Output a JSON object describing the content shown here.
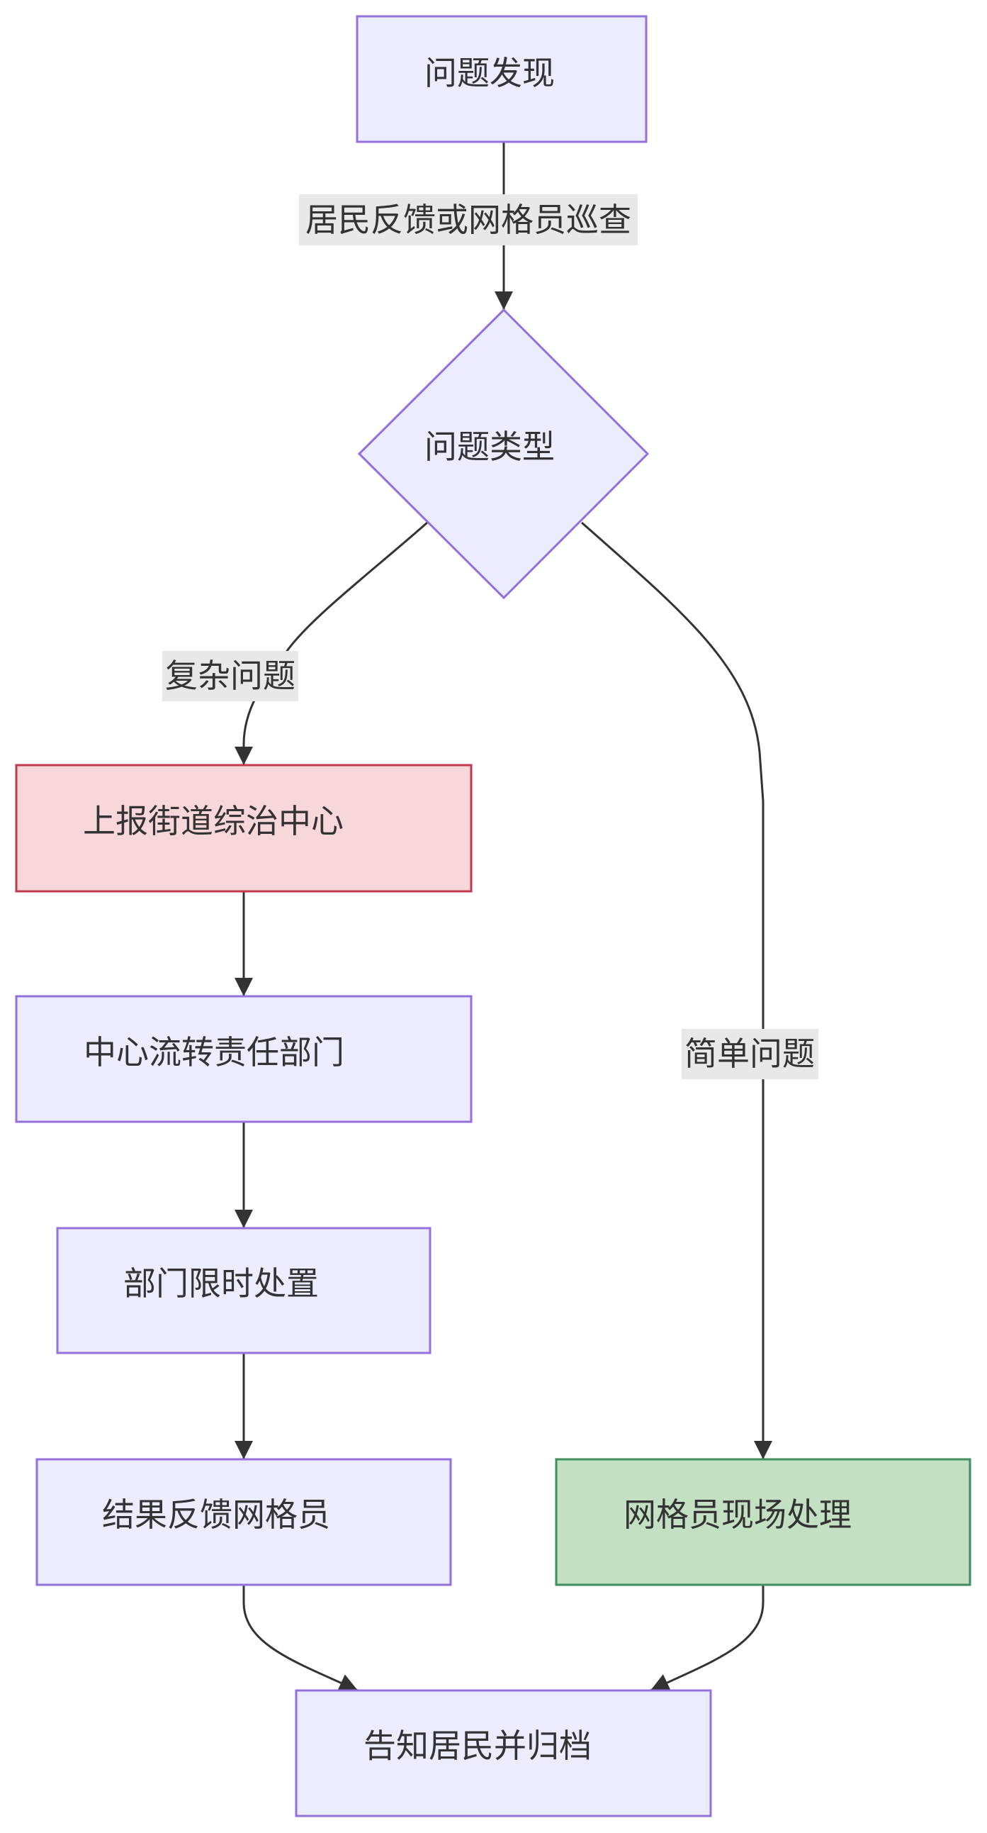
{
  "diagram": {
    "type": "flowchart",
    "direction": "top-down",
    "colors": {
      "default_fill": "#ECECFF",
      "default_stroke": "#9370DB",
      "escalate_fill": "#F8D7DA",
      "escalate_stroke": "#C0394B",
      "resolve_fill": "#C3E0C3",
      "resolve_stroke": "#3E8E5E",
      "edge": "#333333",
      "edge_label_bg": "#E8E8E8",
      "text": "#333333"
    },
    "nodes": [
      {
        "id": "discover",
        "label": "问题发现",
        "shape": "rect",
        "style": "default"
      },
      {
        "id": "type",
        "label": "问题类型",
        "shape": "diamond",
        "style": "default"
      },
      {
        "id": "report",
        "label": "上报街道综治中心",
        "shape": "rect",
        "style": "escalate"
      },
      {
        "id": "dispatch",
        "label": "中心流转责任部门",
        "shape": "rect",
        "style": "default"
      },
      {
        "id": "handle",
        "label": "部门限时处置",
        "shape": "rect",
        "style": "default"
      },
      {
        "id": "feedback",
        "label": "结果反馈网格员",
        "shape": "rect",
        "style": "default"
      },
      {
        "id": "onsite",
        "label": "网格员现场处理",
        "shape": "rect",
        "style": "resolve"
      },
      {
        "id": "archive",
        "label": "告知居民并归档",
        "shape": "rect",
        "style": "default"
      }
    ],
    "edges": [
      {
        "from": "discover",
        "to": "type",
        "label": "居民反馈或网格员巡查"
      },
      {
        "from": "type",
        "to": "report",
        "label": "复杂问题"
      },
      {
        "from": "type",
        "to": "onsite",
        "label": "简单问题"
      },
      {
        "from": "report",
        "to": "dispatch",
        "label": ""
      },
      {
        "from": "dispatch",
        "to": "handle",
        "label": ""
      },
      {
        "from": "handle",
        "to": "feedback",
        "label": ""
      },
      {
        "from": "feedback",
        "to": "archive",
        "label": ""
      },
      {
        "from": "onsite",
        "to": "archive",
        "label": ""
      }
    ]
  }
}
